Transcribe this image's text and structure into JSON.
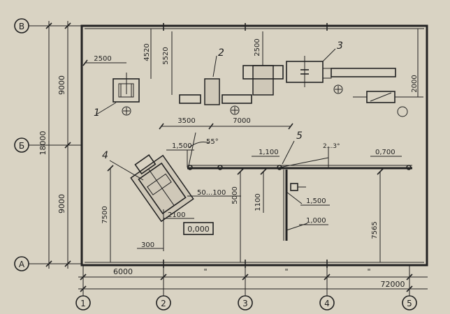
{
  "axes": {
    "rows": [
      "В",
      "Б",
      "А"
    ],
    "cols": [
      "1",
      "2",
      "3",
      "4",
      "5"
    ]
  },
  "dims": {
    "d9000_top": "9000",
    "d9000_bottom": "9000",
    "d18000": "18000",
    "d2500_left": "2500",
    "d4520": "4520",
    "d5520": "5520",
    "d2500_mid": "2500",
    "d3500": "3500",
    "d7000": "7000",
    "d2000": "2000",
    "d6000": "6000",
    "d72000": "72000",
    "d7500": "7500",
    "d2100": "2100",
    "d300": "300",
    "d5000": "5000",
    "d1100": "1100",
    "d7565": "7565",
    "d50_100": "50...100",
    "ditto_2": "\"",
    "ditto_3": "\"",
    "ditto_1": "\""
  },
  "levels": {
    "l1500_top": "1,500",
    "l1100": "1,100",
    "l0700": "0,700",
    "l1500_low": "1,500",
    "l1000": "1,000",
    "l0000": "0,000"
  },
  "labels": {
    "p1": "1",
    "p2": "2",
    "p3": "3",
    "p4": "4",
    "p5": "5",
    "angle": "55°",
    "slope": "2...3°"
  }
}
